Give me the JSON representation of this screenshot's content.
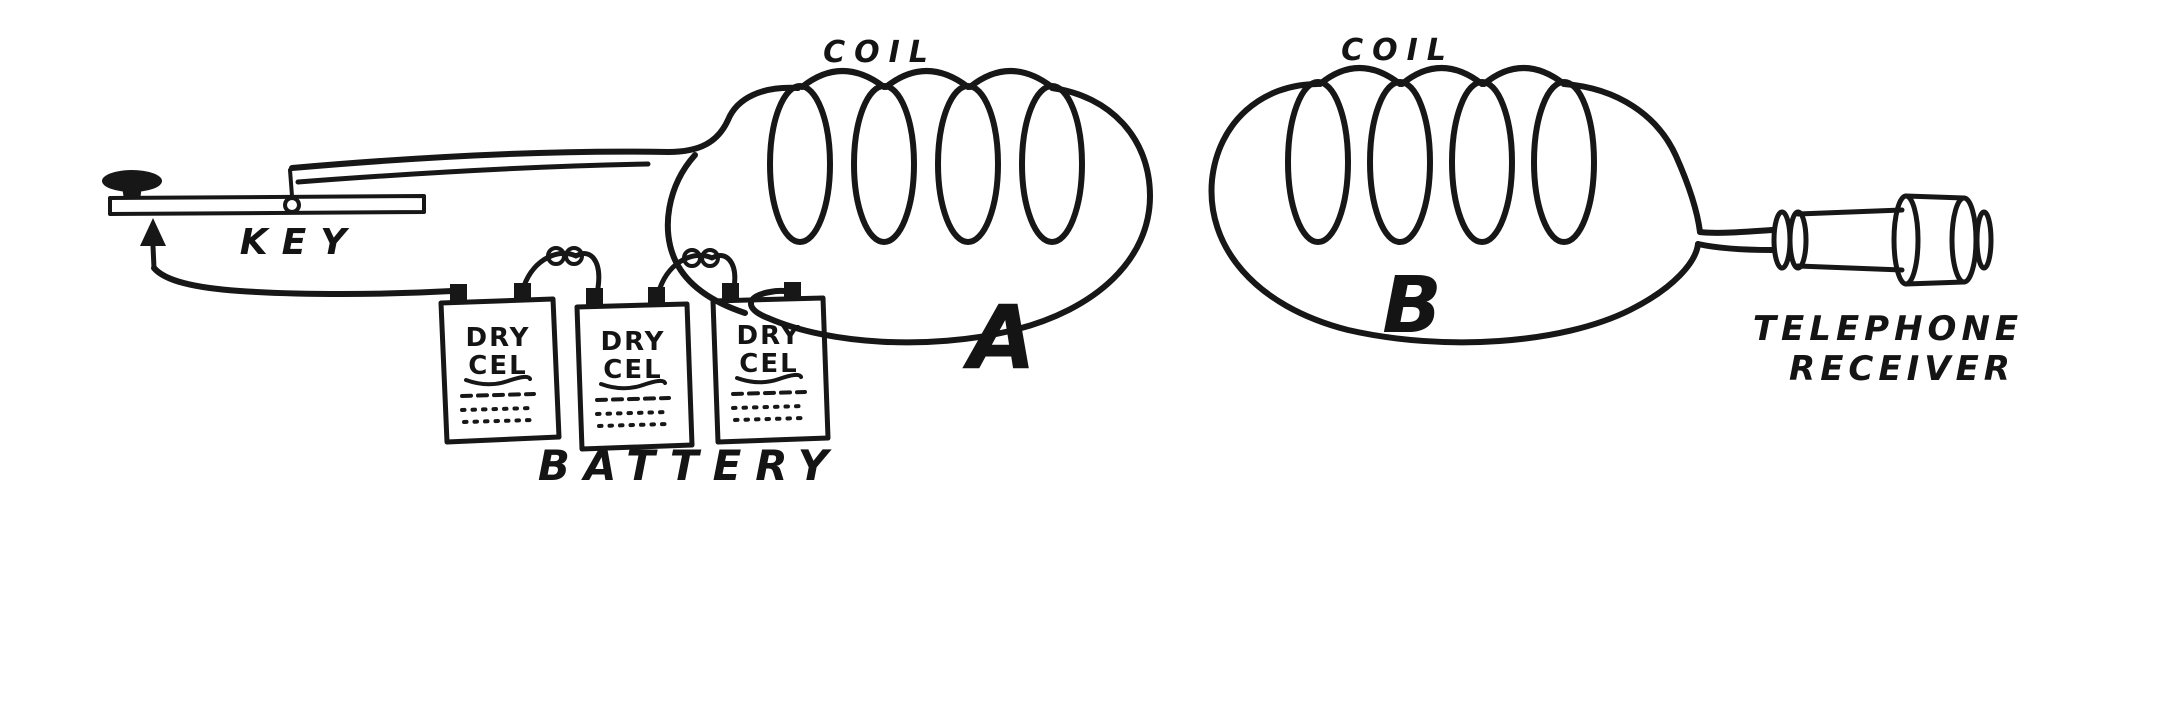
{
  "diagram": {
    "type": "hand-drawn electrical circuit illustration",
    "colors": {
      "ink": "#171717",
      "background": "#ffffff"
    },
    "labels": {
      "coil_a": "COIL",
      "coil_b": "COIL",
      "key": "KEY",
      "battery": "BATTERY",
      "circuit_a": "A",
      "circuit_b": "B",
      "telephone_line1": "TELEPHONE",
      "telephone_line2": "RECEIVER",
      "dry_cell_line1": "DRY",
      "dry_cell_line2": "CEL"
    }
  }
}
